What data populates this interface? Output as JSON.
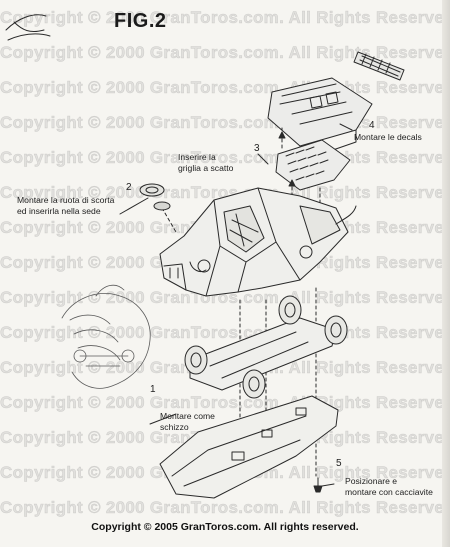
{
  "figure": {
    "title": "FIG.2"
  },
  "steps": [
    {
      "number": "1",
      "text": "Montare come\nschizzo"
    },
    {
      "number": "2",
      "text": "Montare la ruota di scorta\ned inserirla nella sede"
    },
    {
      "number": "3",
      "text": "Inserire la\ngriglia a scatto"
    },
    {
      "number": "4",
      "text": "Montare le decals"
    },
    {
      "number": "5",
      "text": "Posizionare e\nmontare con cacciavite"
    }
  ],
  "watermark": "Copyright © 2000 GranToros.com. All Rights Reserved.",
  "footer": "Copyright © 2005 GranToros.com.  All rights reserved."
}
